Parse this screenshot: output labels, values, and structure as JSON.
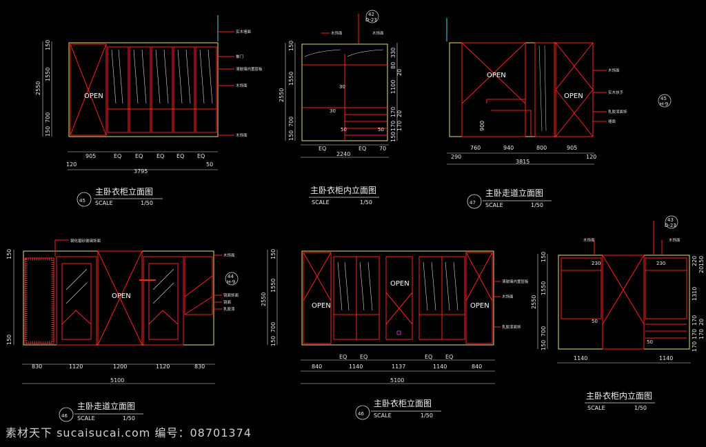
{
  "colors": {
    "background": "#000000",
    "lines": "#ff2020",
    "frame": "#e8e070",
    "dims": "#e0e0e0",
    "callout": "#40e0e0"
  },
  "watermark": "素材天下 sucaisucai.com  编号：08701374",
  "panels": [
    {
      "id": "p45",
      "num": "45",
      "title": "主卧衣柜立面图",
      "scale": "SCALE",
      "ratio": "1/50",
      "hdims": [
        "905",
        "EQ",
        "EQ",
        "EQ",
        "EQ",
        "EQ"
      ],
      "hsmall": [
        "120",
        "50"
      ],
      "total": "3795",
      "vdims": [
        "150",
        "1550",
        "700",
        "150"
      ],
      "vtotal": "2550",
      "notes": [
        "实木墙面",
        "推门",
        "清玻璃内置层板",
        "木饰面",
        "木饰面"
      ],
      "open": [
        "OPEN"
      ]
    },
    {
      "id": "p_in1",
      "title": "主卧衣柜内立面图",
      "scale": "SCALE",
      "ratio": "1/50",
      "hdims": [
        "EQ",
        "EQ",
        "70"
      ],
      "total": "2240",
      "vdims": [
        "150",
        "1550",
        "700",
        "150"
      ],
      "vtotal": "2550",
      "rdims": [
        "330",
        "20",
        "80",
        "1100",
        "170",
        "170",
        "20",
        "170",
        "170",
        "150"
      ],
      "inner": [
        "30",
        "30",
        "50",
        "50"
      ],
      "notes": [
        "木饰面",
        "木饰面"
      ],
      "tag": "42",
      "tagsub": "D-23"
    },
    {
      "id": "p47",
      "num": "47",
      "title": "主卧走道立面图",
      "scale": "SCALE",
      "ratio": "1/50",
      "hdims": [
        "760",
        "940",
        "800",
        "905"
      ],
      "hsmall": [
        "290",
        "120"
      ],
      "total": "3815",
      "vdims": [
        "900"
      ],
      "notes": [
        "木饰面",
        "实木扶手",
        "乳胶漆面饰",
        "墙面"
      ],
      "open": [
        "OPEN",
        "OPEN"
      ],
      "tag": "45",
      "tagsub": "H-9"
    },
    {
      "id": "p46a",
      "num": "46",
      "title": "主卧走道立面图",
      "scale": "SCALE",
      "ratio": "1/50",
      "hdims": [
        "830",
        "1120",
        "1200",
        "1120",
        "830"
      ],
      "total": "5100",
      "vdims": [
        "150",
        "150"
      ],
      "notes": [
        "钢化磨砂玻璃饰面",
        "木饰面",
        "镜面饰面",
        "镜面",
        "乳胶漆"
      ],
      "open": [
        "OPEN"
      ],
      "tag": "44",
      "tagsub": "H-9"
    },
    {
      "id": "p46b",
      "num": "46",
      "title": "主卧衣柜立面图",
      "scale": "SCALE",
      "ratio": "1/50",
      "hdims": [
        "840",
        "1140",
        "1137",
        "1140",
        "840"
      ],
      "eq": [
        "EQ",
        "EQ",
        "EQ",
        "EQ"
      ],
      "total": "5100",
      "vdims": [
        "150",
        "1550",
        "700",
        "150"
      ],
      "vtotal": "2550",
      "notes": [
        "清玻璃内置层板",
        "木饰面",
        "乳胶漆面饰"
      ],
      "open": [
        "OPEN",
        "OPEN",
        "OPEN"
      ]
    },
    {
      "id": "p_in2",
      "title": "主卧衣柜内立面图",
      "scale": "SCALE",
      "ratio": "1/50",
      "hdims": [
        "1140",
        "1140"
      ],
      "vdims": [
        "150",
        "1550",
        "700",
        "150"
      ],
      "vtotal": "2550",
      "rdims": [
        "150",
        "220",
        "20",
        "1310",
        "20",
        "170",
        "170",
        "170",
        "170"
      ],
      "inner": [
        "230",
        "230",
        "50",
        "50"
      ],
      "notes": [
        "木饰面",
        "木饰面"
      ],
      "tag": "43",
      "tagsub": "D-23"
    }
  ]
}
